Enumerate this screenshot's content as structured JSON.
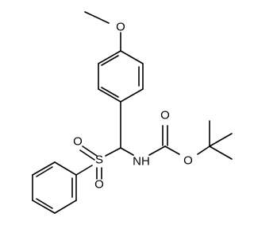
{
  "molecule": {
    "atoms": [
      {
        "key": "o_methoxy",
        "label": "O"
      },
      {
        "key": "s_sulfonyl",
        "label": "S"
      },
      {
        "key": "o_sulfonyl_top",
        "label": "O"
      },
      {
        "key": "o_sulfonyl_bottom",
        "label": "O"
      },
      {
        "key": "n_amine",
        "label": "NH"
      },
      {
        "key": "o_carbonyl",
        "label": "O"
      },
      {
        "key": "o_ester",
        "label": "O"
      }
    ]
  }
}
